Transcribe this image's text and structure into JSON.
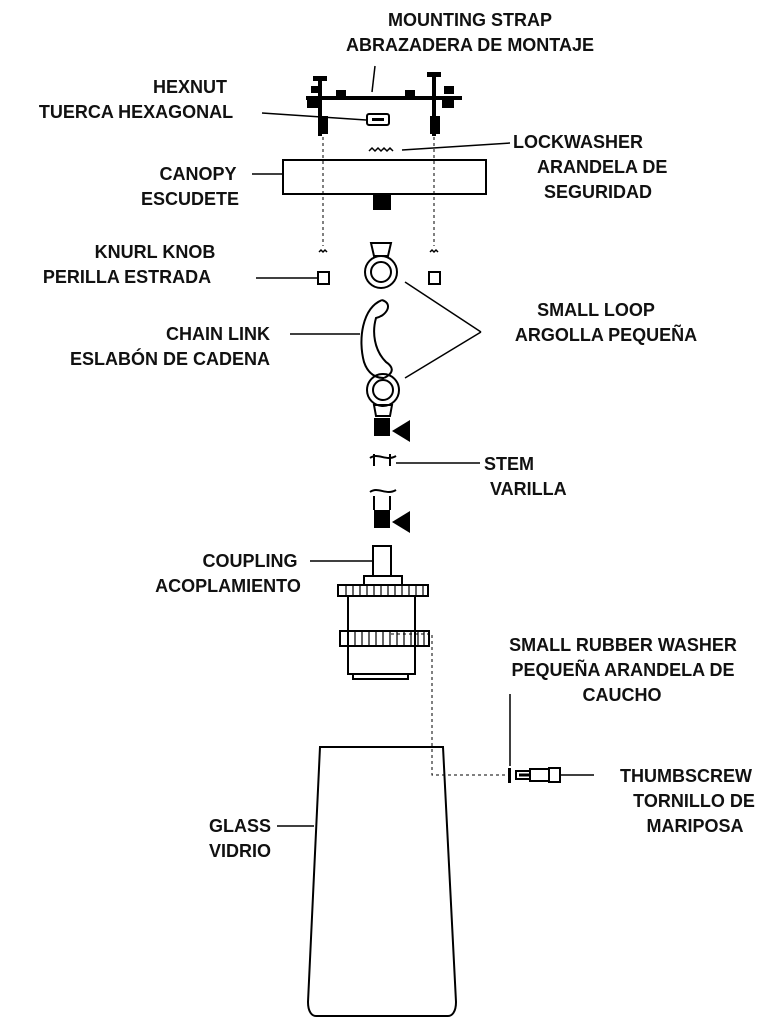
{
  "labels": {
    "mounting_strap": [
      "MOUNTING STRAP",
      "ABRAZADERA DE MONTAJE"
    ],
    "hexnut": [
      "HEXNUT",
      "TUERCA HEXAGONAL"
    ],
    "lockwasher": [
      "LOCKWASHER",
      "ARANDELA DE",
      "SEGURIDAD"
    ],
    "canopy": [
      "CANOPY",
      "ESCUDETE"
    ],
    "knurl_knob": [
      "KNURL KNOB",
      "PERILLA ESTRADA"
    ],
    "small_loop": [
      "SMALL LOOP",
      "ARGOLLA PEQUEÑA"
    ],
    "chain_link": [
      "CHAIN LINK",
      "ESLABÓN DE CADENA"
    ],
    "stem": [
      "STEM",
      "VARILLA"
    ],
    "coupling": [
      "COUPLING",
      "ACOPLAMIENTO"
    ],
    "small_rubber_washer": [
      "SMALL RUBBER WASHER",
      "PEQUEÑA ARANDELA DE",
      "CAUCHO"
    ],
    "thumbscrew": [
      "THUMBSCREW",
      "TORNILLO DE",
      "MARIPOSA"
    ],
    "glass": [
      "GLASS",
      "VIDRIO"
    ]
  }
}
